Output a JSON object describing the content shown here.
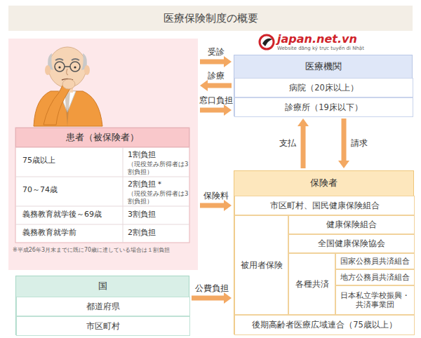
{
  "diagram": {
    "title": "医療保険制度の概要",
    "nodes": [
      {
        "text": [
          "患者（被保険者）"
        ]
      },
      {
        "text": [
          "医療機関"
        ]
      },
      {
        "text": [
          "病院（20床以上）"
        ],
        "in": 1
      },
      {
        "text": [
          "診療所（19床以下）"
        ],
        "in": 1
      },
      {
        "text": [
          "保険者"
        ]
      },
      {
        "text": [
          "市区町村、国民健康保険組合"
        ],
        "in": 4
      },
      {
        "text": [
          "被用者保険"
        ],
        "in": 4
      },
      {
        "text": [
          "健康保険組合"
        ],
        "in": 4
      },
      {
        "text": [
          "全国健康保険協会"
        ],
        "in": 4
      },
      {
        "text": [
          "各種共済"
        ],
        "in": 4
      },
      {
        "text": [
          "国家公務員共済組合"
        ],
        "in": 4
      },
      {
        "text": [
          "地方公務員共済組合"
        ],
        "in": 4
      },
      {
        "text": [
          "日本私立学校振興・共済事業団"
        ],
        "in": 4
      },
      {
        "text": [
          "後期高齢者医療広域連合（75歳以上）"
        ],
        "in": 4
      },
      {
        "text": [
          "国"
        ]
      },
      {
        "text": [
          "都道府県"
        ],
        "in": 14
      },
      {
        "text": [
          "市区町村"
        ],
        "in": 14
      }
    ],
    "edges": [
      {
        "from": 0,
        "to": 1,
        "label": "受診",
        "arrow": "to"
      },
      {
        "from": 1,
        "to": 0,
        "label": "診療",
        "arrow": "to"
      },
      {
        "from": 0,
        "to": 1,
        "label": "窓口負担",
        "arrow": "to"
      },
      {
        "from": 4,
        "to": 1,
        "label": "支払",
        "arrow": "to"
      },
      {
        "from": 1,
        "to": 4,
        "label": "請求",
        "arrow": "to"
      },
      {
        "from": 0,
        "to": 4,
        "label": "保険料",
        "arrow": "to"
      },
      {
        "from": 14,
        "to": 4,
        "label": "公費負担",
        "arrow": "to"
      }
    ],
    "labels": [
      "75歳以上",
      "1割負担",
      "（現役並み所得者は3割負担）",
      "70～74歳",
      "2割負担＊",
      "（現役並み所得者は3割負担）",
      "義務教育就学後～69歳",
      "3割負担",
      "義務教育就学前",
      "2割負担",
      "※平成26年3月末までに既に70歳に達している場合は１割負担",
      "japan.net.vn",
      "Website đăng ký trực tuyến đi Nhật"
    ]
  }
}
